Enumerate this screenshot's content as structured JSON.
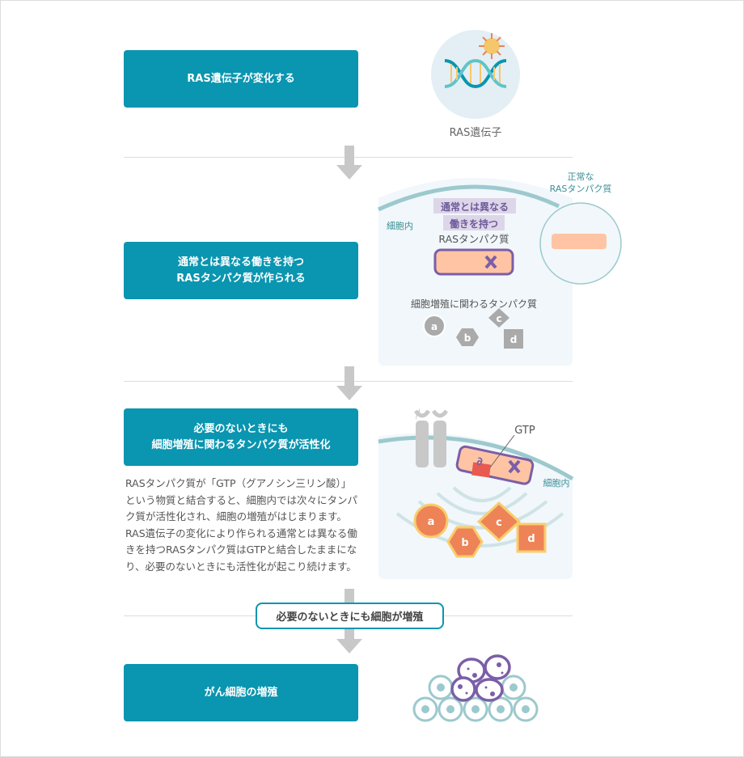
{
  "steps": [
    {
      "label": "RAS遺伝子が変化する"
    },
    {
      "label": "通常とは異なる働きを持つ\nRASタンパク質が作られる"
    },
    {
      "label": "必要のないときにも\n細胞増殖に関わるタンパク質が活性化"
    },
    {
      "label": "がん細胞の増殖"
    }
  ],
  "description": "RASタンパク質が「GTP（グアノシン三リン酸）」という物質と結合すると、細胞内では次々にタンパク質が活性化され、細胞の増殖がはじまります。RAS遺伝子の変化により作られる通常とは異なる働きを持つRASタンパク質はGTPと結合したままになり、必要のないときにも活性化が起こり続けます。",
  "callout": "必要のないときにも細胞が増殖",
  "fig1": {
    "caption": "RAS遺伝子"
  },
  "fig2": {
    "inside_cell": "細胞内",
    "abnormal_line1": "通常とは異なる",
    "abnormal_line2": "働きを持つ",
    "ras_protein": "RASタンパク質",
    "normal_line1": "正常な",
    "normal_line2": "RASタンパク質",
    "growth_proteins": "細胞増殖に関わるタンパク質",
    "a": "a",
    "b": "b",
    "c": "c",
    "d": "d"
  },
  "fig3": {
    "gtp": "GTP",
    "inside_cell": "細胞内",
    "a": "a",
    "b": "b",
    "c": "c",
    "d": "d"
  },
  "colors": {
    "teal": "#0a95b0",
    "purple": "#7b5ea7",
    "salmon": "#ffc4a3",
    "orange": "#ee8357",
    "gray": "#aaaaaa"
  }
}
